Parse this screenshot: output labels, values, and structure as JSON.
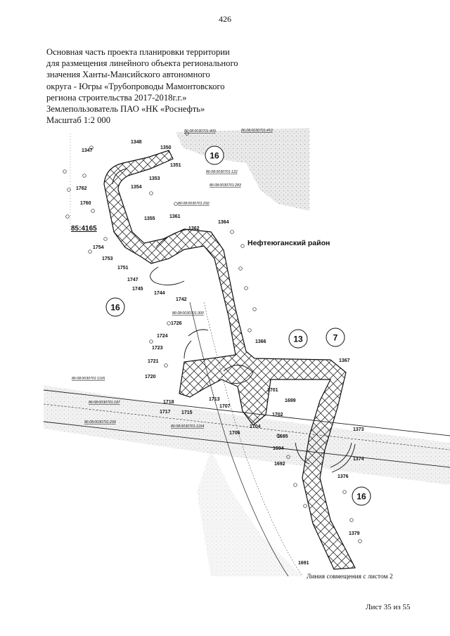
{
  "page_number": "426",
  "header_lines": [
    "Основная часть проекта планировки территории",
    "для размещения линейного объекта регионального",
    "значения Ханты-Мансийского автономного",
    "округа - Югры «Трубопроводы Мамонтовского",
    "региона строительства 2017-2018г.г.»",
    "Землепользователь ПАО «НК «Роснефть»",
    "Масштаб 1:2 000"
  ],
  "district": "Нефтеюганский район",
  "circles": [
    "16",
    "16",
    "13",
    "7",
    "16"
  ],
  "big_label": "85:4165",
  "cadastral": [
    "86:08:0030701:409",
    "86:08:0030701:410",
    "86:08:0030701:122",
    "86:08:0030701:283",
    "86:08:0030701:292",
    "86:08:0030701:300",
    "86:08:0030701:1165",
    "86:08:0030701:187",
    "86:08:0030701:299",
    "86:08:0030701:1164"
  ],
  "points": [
    "1347",
    "1348",
    "1350",
    "1351",
    "1353",
    "1354",
    "1762",
    "1760",
    "1355",
    "1361",
    "1362",
    "1364",
    "1754",
    "1753",
    "1751",
    "1747",
    "1745",
    "1744",
    "1742",
    "1726",
    "1724",
    "1723",
    "1721",
    "1720",
    "1718",
    "1717",
    "1715",
    "1713",
    "1707",
    "1366",
    "1367",
    "1701",
    "1699",
    "1702",
    "1704",
    "1706",
    "1695",
    "1694",
    "1692",
    "1373",
    "1374",
    "1376",
    "1379",
    "1691"
  ],
  "caption": "Линия совмещения с листом 2",
  "sheet": "Лист 35 из 55",
  "colors": {
    "ink": "#111111",
    "hatch": "#333333",
    "gray_area": "#d9d9d9"
  }
}
